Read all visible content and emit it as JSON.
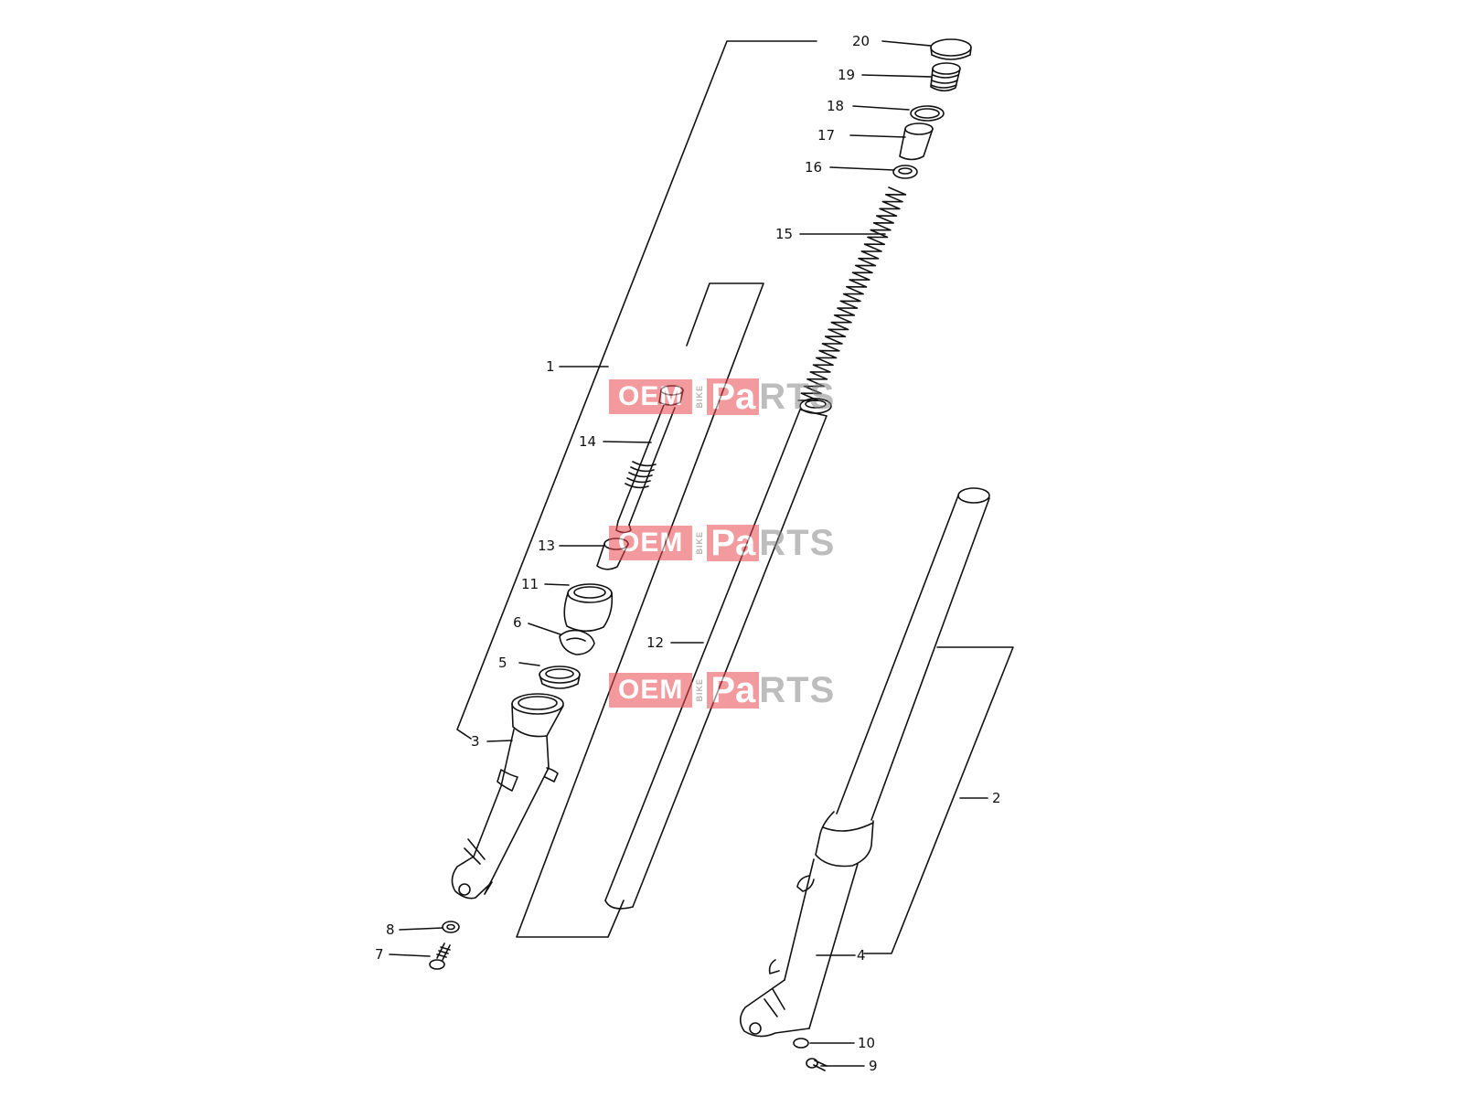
{
  "callouts": [
    "1",
    "2",
    "3",
    "4",
    "5",
    "6",
    "7",
    "8",
    "9",
    "10",
    "11",
    "12",
    "13",
    "14",
    "15",
    "16",
    "17",
    "18",
    "19",
    "20"
  ],
  "watermark": {
    "oem": "OEM",
    "bike": "BIKE",
    "pa": "Pa",
    "rts": "RTS"
  },
  "colors": {
    "line": "#111111",
    "watermark": "#e8484f",
    "watermark_gray": "#888888"
  }
}
